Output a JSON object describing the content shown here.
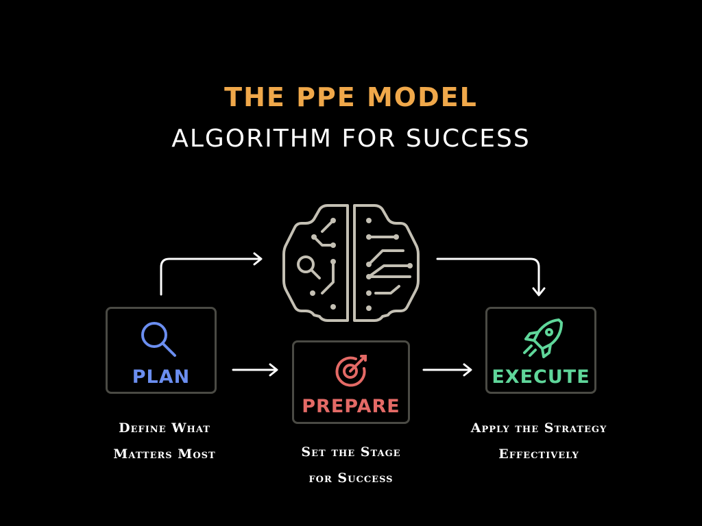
{
  "header": {
    "title": "THE PPE MODEL",
    "subtitle": "ALGORITHM FOR SUCCESS"
  },
  "steps": [
    {
      "label": "PLAN",
      "icon": "magnifier-icon",
      "description_line1": "Define What",
      "description_line2": "Matters Most"
    },
    {
      "label": "PREPARE",
      "icon": "target-icon",
      "description_line1": "Set the Stage",
      "description_line2": "for Success"
    },
    {
      "label": "EXECUTE",
      "icon": "rocket-icon",
      "description_line1": "Apply the Strategy",
      "description_line2": "Effectively"
    }
  ],
  "center_icon": "brain-circuit-icon",
  "colors": {
    "background": "#000000",
    "title": "#f0a84a",
    "subtitle": "#ffffff",
    "plan": "#6b8ef0",
    "prepare": "#e46a66",
    "execute": "#5fd69a",
    "box_border": "#4a4a44",
    "brain": "#c4c0b4",
    "arrow": "#ffffff"
  }
}
